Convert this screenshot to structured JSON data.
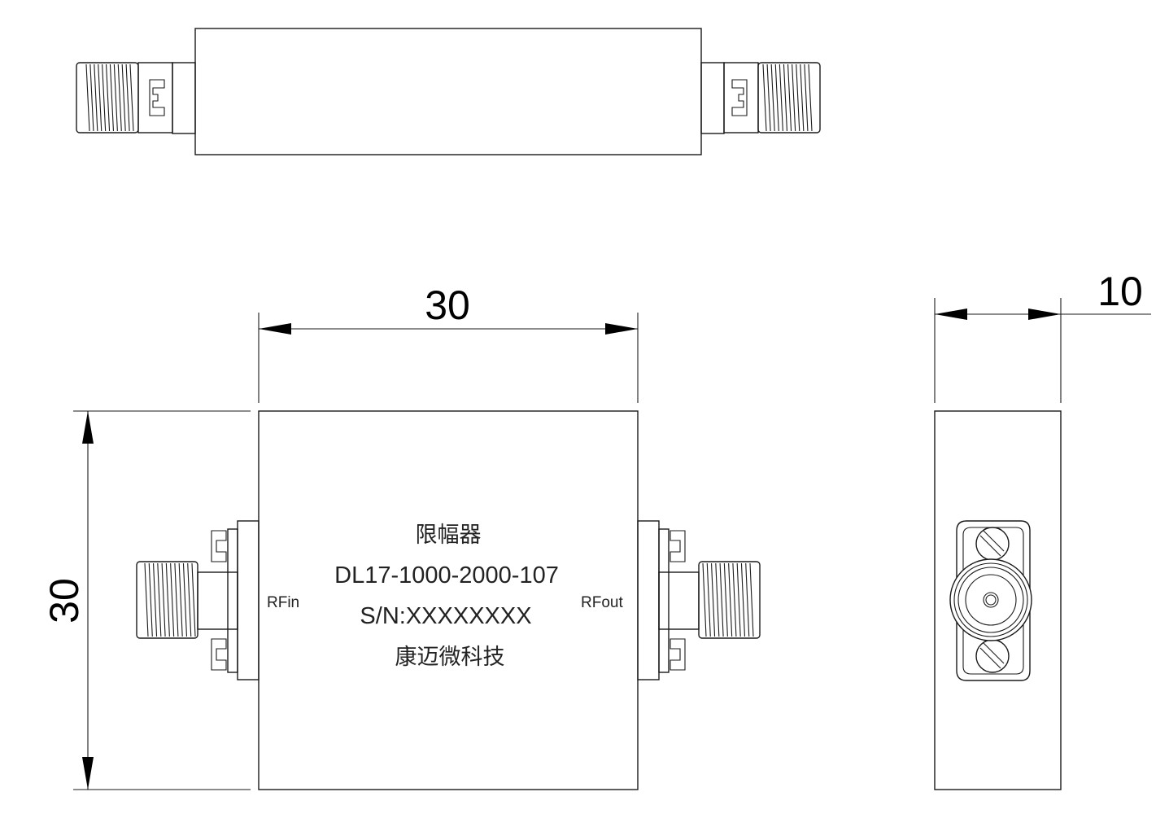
{
  "labels": {
    "product_name": "限幅器",
    "model_number": "DL17-1000-2000-107",
    "serial_number": "S/N:XXXXXXXX",
    "company": "康迈微科技",
    "port_in": "RFin",
    "port_out": "RFout"
  },
  "dimensions": {
    "width": "30",
    "height": "30",
    "depth": "10"
  }
}
